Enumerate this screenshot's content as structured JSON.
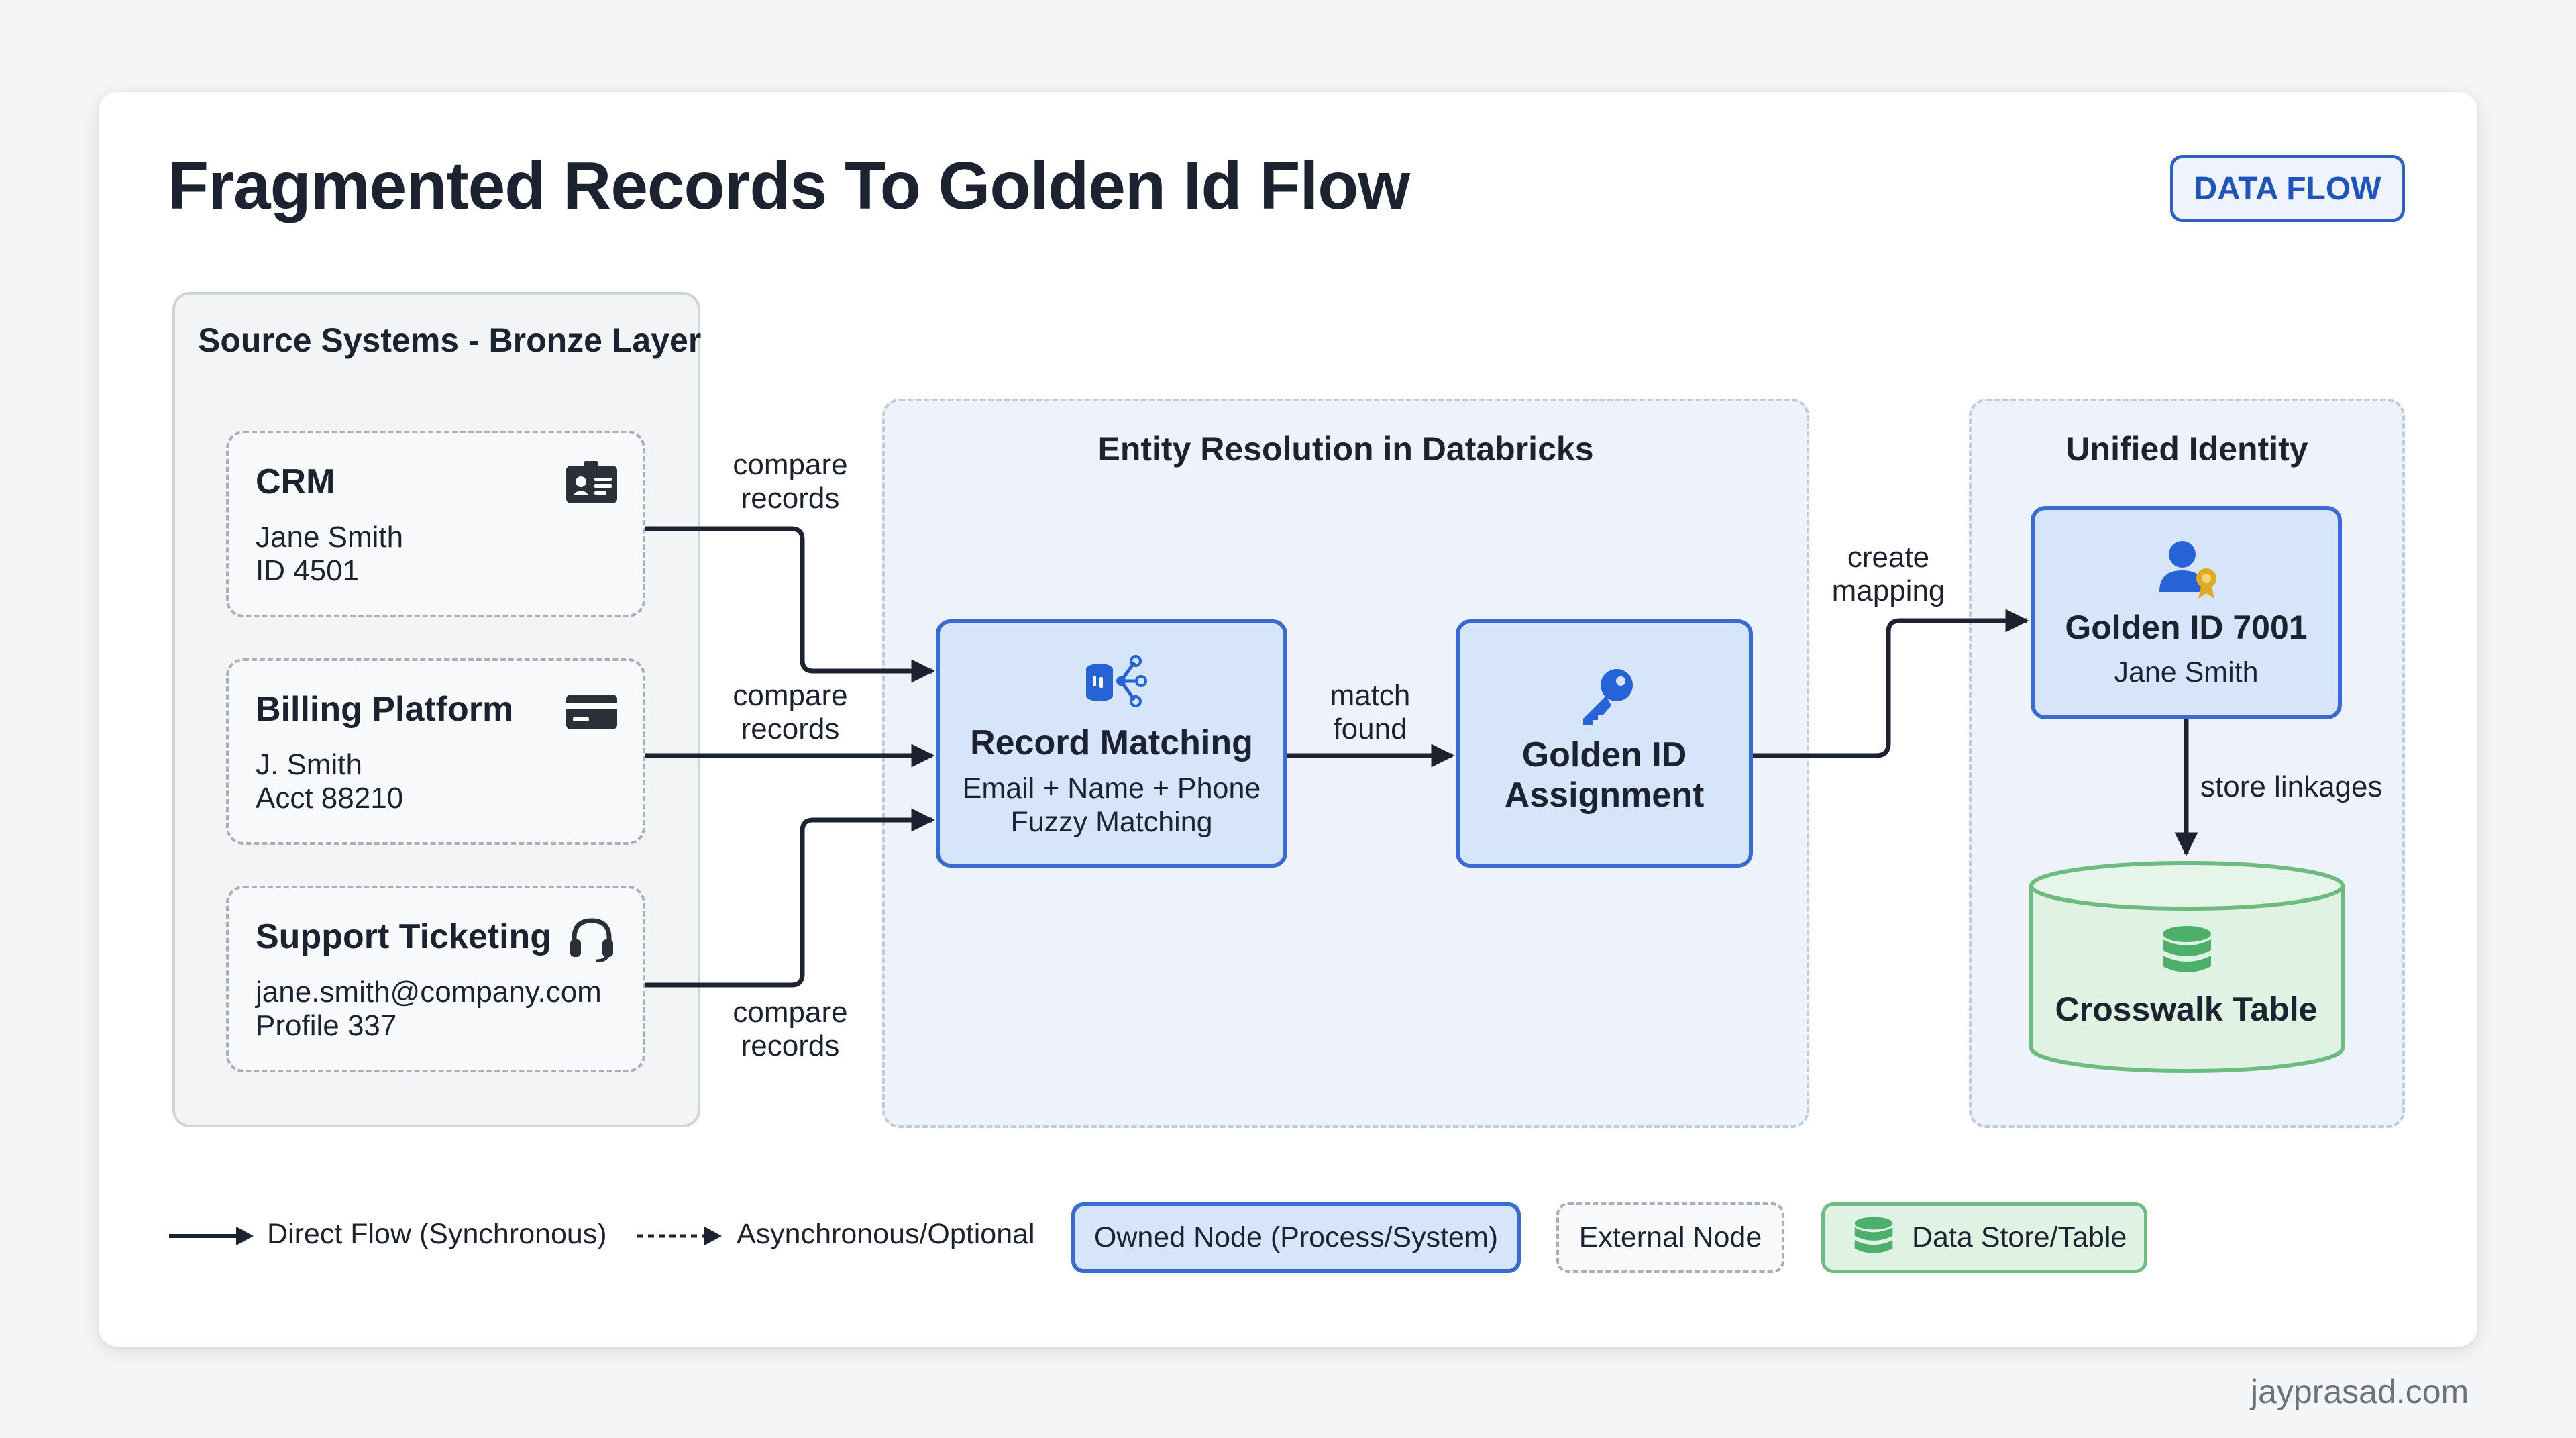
{
  "title": "Fragmented Records To Golden Id Flow",
  "badge": "DATA FLOW",
  "source_panel": {
    "title": "Source Systems - Bronze Layer",
    "nodes": [
      {
        "name": "CRM",
        "line1": "Jane Smith",
        "line2": "ID 4501",
        "icon": "id-card-icon"
      },
      {
        "name": "Billing Platform",
        "line1": "J. Smith",
        "line2": "Acct 88210",
        "icon": "credit-card-icon"
      },
      {
        "name": "Support Ticketing",
        "line1": "jane.smith@company.com",
        "line2": "Profile 337",
        "icon": "headset-icon"
      }
    ]
  },
  "er_panel": {
    "title": "Entity Resolution in Databricks",
    "record_matching": {
      "name": "Record Matching",
      "line1": "Email + Name + Phone",
      "line2": "Fuzzy Matching",
      "icon": "matching-network-icon"
    },
    "golden_assignment": {
      "name_line1": "Golden ID",
      "name_line2": "Assignment",
      "icon": "key-icon"
    }
  },
  "unified_panel": {
    "title": "Unified Identity",
    "golden_id": {
      "name": "Golden ID 7001",
      "line1": "Jane Smith",
      "icon": "user-badge-icon"
    },
    "crosswalk": {
      "name": "Crosswalk Table",
      "icon": "database-icon"
    }
  },
  "edges": {
    "compare_1": [
      "compare",
      "records"
    ],
    "compare_2": [
      "compare",
      "records"
    ],
    "compare_3": [
      "compare",
      "records"
    ],
    "match_found": [
      "match",
      "found"
    ],
    "create_mapping": [
      "create",
      "mapping"
    ],
    "store_linkages": "store linkages"
  },
  "legend": {
    "direct": "Direct Flow (Synchronous)",
    "async": "Asynchronous/Optional",
    "owned": "Owned Node (Process/System)",
    "external": "External Node",
    "store": "Data Store/Table"
  },
  "colors": {
    "owned_fill": "#d7e5fb",
    "owned_border": "#3a6bd0",
    "store_fill": "#dff2e3",
    "store_border": "#6dbb7e",
    "accent_blue": "#2563d6",
    "accent_green": "#4caf6a",
    "accent_gold": "#e2a925"
  },
  "footer": "jayprasad.com"
}
